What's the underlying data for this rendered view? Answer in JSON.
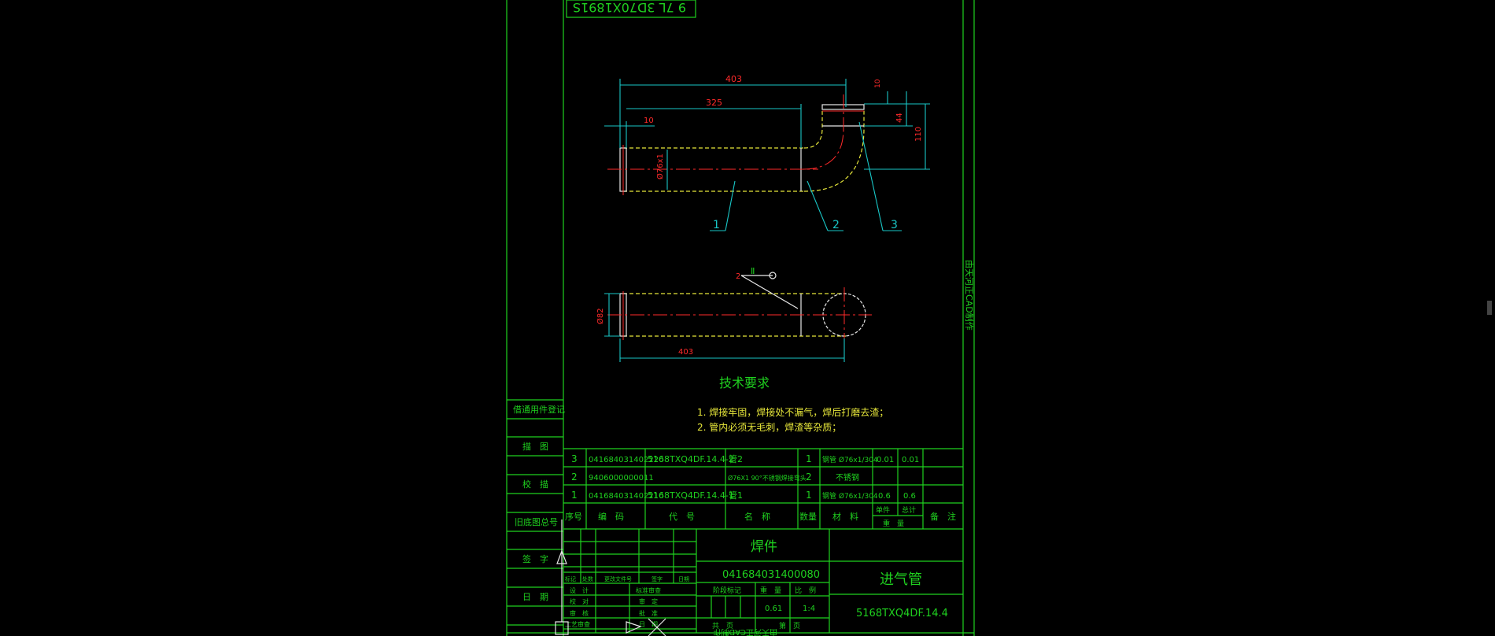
{
  "drawing": {
    "top_banner": "9 7L 3D70X1891S",
    "side_vertical_text": "由天河正CAD制作",
    "bottom_vertical_text": "由天河正CAD制作"
  },
  "dimensions": {
    "d403_top": "403",
    "d325": "325",
    "d10": "10",
    "d_dia76": "Ø76x1",
    "d_top_small": "10",
    "d44": "44",
    "d110": "110",
    "d_dia82": "Ø82",
    "d403_bottom": "403"
  },
  "balloons": [
    "1",
    "2",
    "3"
  ],
  "weld_symbol": {
    "left": "2",
    "sym": "Ⅱ"
  },
  "tech_requirements": {
    "title": "技术要求",
    "line1": "1. 焊接牢固，焊接处不漏气，焊后打磨去渣；",
    "line2": "2. 管内必须无毛刺，焊渣等杂质；"
  },
  "left_strip": {
    "cell1": "借通用件登记",
    "cell2": "描　图",
    "cell3": "校　描",
    "cell4": "旧底图总号",
    "cell5": "签　字",
    "cell6": "日　期"
  },
  "bom_rows": [
    {
      "seq": "3",
      "code": "041684031402220",
      "spec": "5168TXQ4DF.14.4-2",
      "name": "管2",
      "qty": "1",
      "material": "钢管 Ø76x1/304",
      "w1": "0.01",
      "w2": "0.01",
      "note": ""
    },
    {
      "seq": "2",
      "code": "9406000000011",
      "spec": "",
      "name": "Ø76X1 90°不锈钢焊接弯头",
      "qty": "2",
      "material": "不锈钢",
      "w1": "",
      "w2": "",
      "note": ""
    },
    {
      "seq": "1",
      "code": "041684031402210",
      "spec": "5168TXQ4DF.14.4-1",
      "name": "管1",
      "qty": "1",
      "material": "钢管 Ø76x1/304",
      "w1": "0.6",
      "w2": "0.6",
      "note": ""
    }
  ],
  "bom_header": {
    "seq": "序号",
    "code": "编　码",
    "spec": "代　号",
    "name": "名　称",
    "qty": "数量",
    "material": "材　料",
    "w_single": "单件",
    "w_total": "总计",
    "w_label": "重　量",
    "note": "备　注"
  },
  "title_block": {
    "type": "焊件",
    "code": "041684031400080",
    "name": "进气管",
    "drawing_no": "5168TXQ4DF.14.4",
    "stage_label": "阶段标记",
    "weight_label": "重　量",
    "scale_label": "比　例",
    "weight_val": "0.61",
    "scale_val": "1:4",
    "sheets_label": "共　页",
    "sheet_label": "第　页",
    "rev_cols": [
      "标记",
      "处数",
      "更改文件号",
      "签字",
      "日期"
    ],
    "sign_rows": [
      "设　计",
      "校　对",
      "审　核",
      "工艺审查"
    ],
    "sign_rows_r": [
      "标准审查",
      "审　定",
      "批　准",
      "日　期"
    ]
  }
}
